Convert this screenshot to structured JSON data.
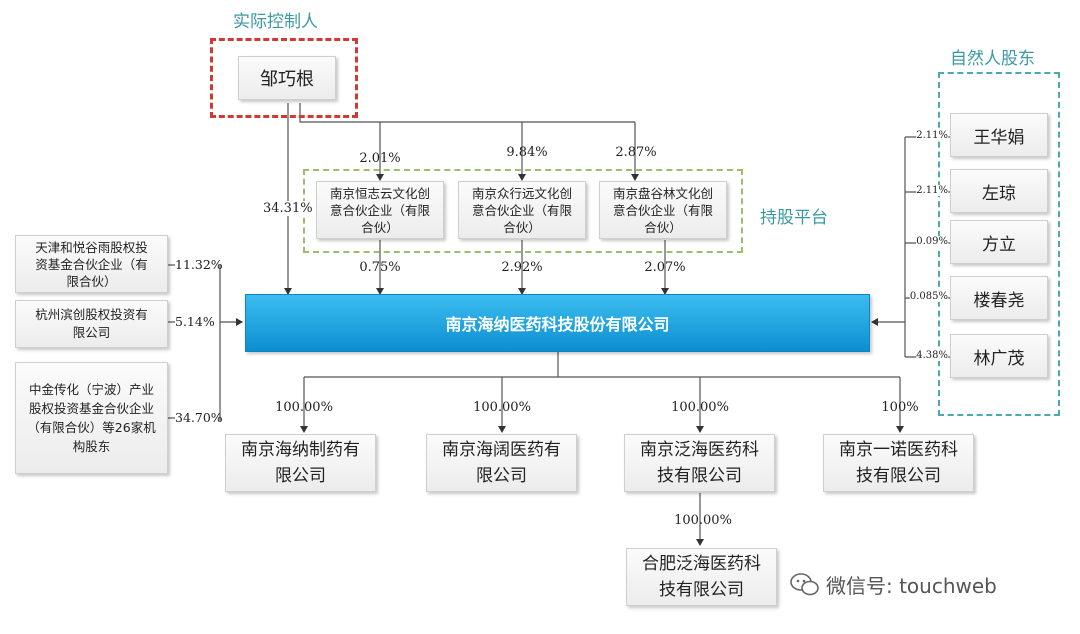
{
  "groups": {
    "controller": "实际控制人",
    "platform": "持股平台",
    "natural": "自然人股东"
  },
  "controller": {
    "name": "邹巧根"
  },
  "platforms": [
    {
      "name": "南京恒志云文化创意合伙企业（有限合伙）",
      "lines": [
        "南京恒志云文化创",
        "意合伙企业（有限",
        "合伙）"
      ],
      "in_pct": "2.01%",
      "out_pct": "0.75%"
    },
    {
      "name": "南京众行远文化创意合伙企业（有限合伙）",
      "lines": [
        "南京众行远文化创",
        "意合伙企业（有限",
        "合伙）"
      ],
      "in_pct": "9.84%",
      "out_pct": "2.92%"
    },
    {
      "name": "南京盘谷林文化创意合伙企业（有限合伙）",
      "lines": [
        "南京盘谷林文化创",
        "意合伙企业（有限",
        "合伙）"
      ],
      "in_pct": "2.87%",
      "out_pct": "2.07%"
    }
  ],
  "controller_direct_pct": "34.31%",
  "main_company": "南京海纳医药科技股份有限公司",
  "left_holders": [
    {
      "lines": [
        "天津和悦谷雨股权投",
        "资基金合伙企业（有",
        "限合伙）"
      ],
      "pct": "11.32%"
    },
    {
      "lines": [
        "杭州滨创股权投资有",
        "限公司"
      ],
      "pct": "5.14%"
    },
    {
      "lines": [
        "中金传化（宁波）产业",
        "股权投资基金合伙企业",
        "（有限合伙）等26家机",
        "构股东"
      ],
      "pct": "34.70%"
    }
  ],
  "natural_holders": [
    {
      "name": "王华娟",
      "pct": "2.11%"
    },
    {
      "name": "左琼",
      "pct": "2.11%"
    },
    {
      "name": "方立",
      "pct": "0.09%"
    },
    {
      "name": "楼春尧",
      "pct": "0.085%"
    },
    {
      "name": "林广茂",
      "pct": "4.38%"
    }
  ],
  "subsidiaries": [
    {
      "lines": [
        "南京海纳制药有",
        "限公司"
      ],
      "pct": "100.00%"
    },
    {
      "lines": [
        "南京海阔医药有",
        "限公司"
      ],
      "pct": "100.00%"
    },
    {
      "lines": [
        "南京泛海医药科",
        "技有限公司"
      ],
      "pct": "100.00%"
    },
    {
      "lines": [
        "南京一诺医药科",
        "技有限公司"
      ],
      "pct": "100%"
    }
  ],
  "sub_sub": {
    "lines": [
      "合肥泛海医药科",
      "技有限公司"
    ],
    "pct": "100.00%"
  },
  "watermark": "微信号: touchweb",
  "colors": {
    "controller_frame": "#d03a32",
    "platform_frame": "#9bbf6a",
    "natural_frame": "#4aaab1",
    "main_fill": "#1aa6e0",
    "group_title": "#3a9aa3"
  }
}
